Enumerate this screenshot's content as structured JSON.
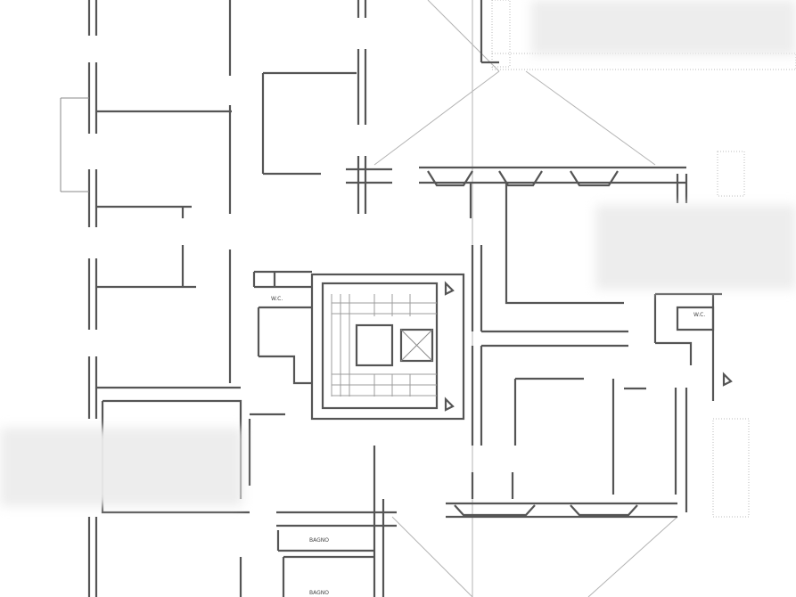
{
  "drawing": {
    "room_labels": {
      "wc_left": "W.C.",
      "wc_right": "W.C.",
      "bagno_1": "BAGNO",
      "bagno_2": "BAGNO"
    }
  },
  "colors": {
    "wall": "#555555",
    "guide": "#b3b3b3",
    "stipple": "#9c9c9c",
    "redaction": "#ececec"
  }
}
